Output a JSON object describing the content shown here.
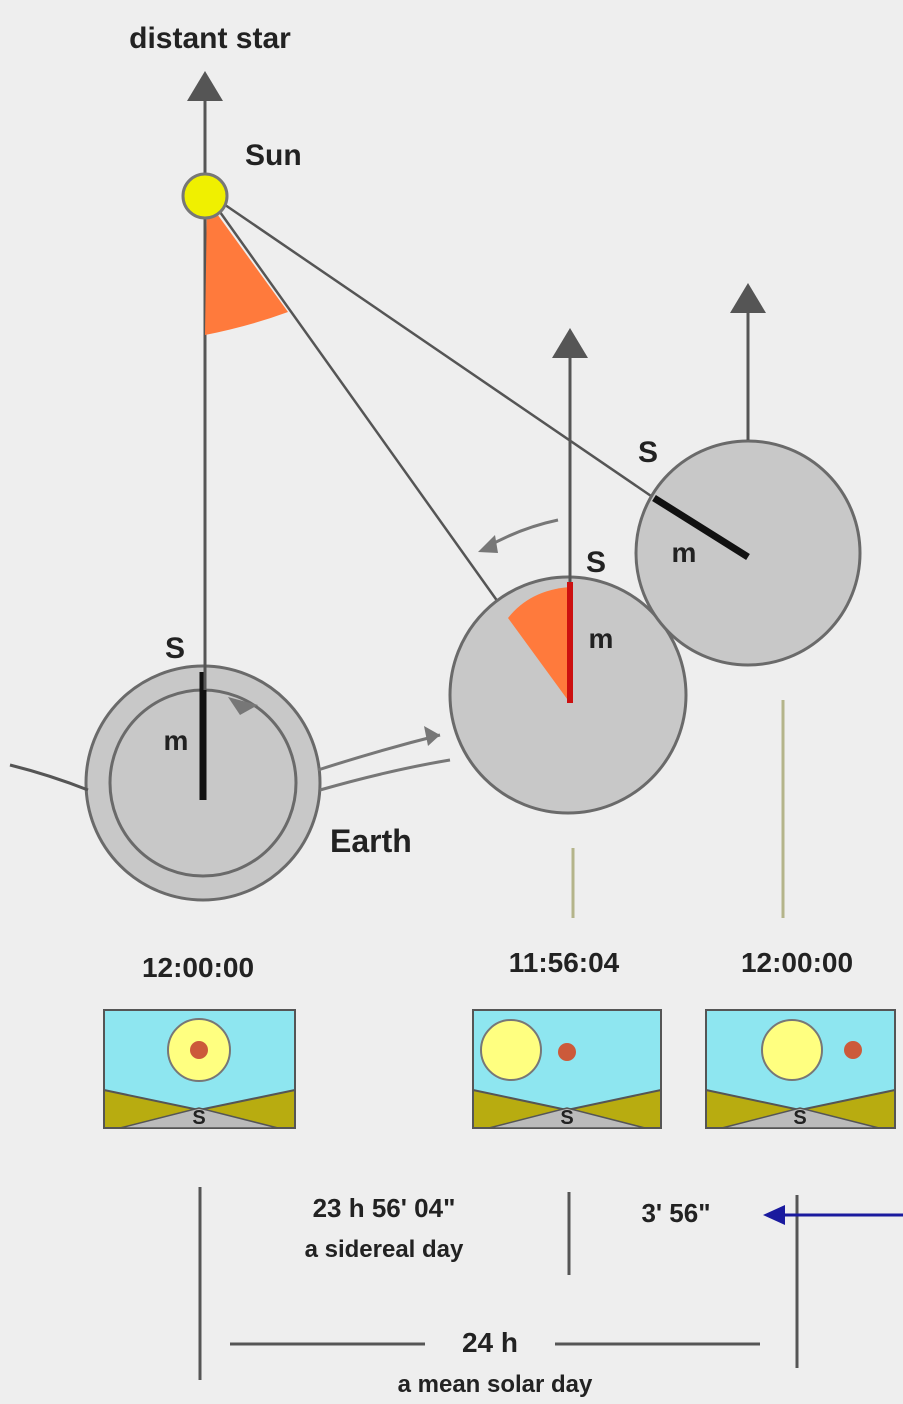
{
  "labels": {
    "distant_star": "distant star",
    "sun": "Sun",
    "earth": "Earth",
    "s": "S",
    "m": "m"
  },
  "times": {
    "first": "12:00:00",
    "second": "11:56:04",
    "third": "12:00:00"
  },
  "durations": {
    "sidereal_value": "23 h 56' 04\"",
    "sidereal_caption": "a sidereal day",
    "difference": "3' 56\"",
    "solar_value": "24 h",
    "solar_caption": "a mean solar day"
  },
  "colors": {
    "background": "#eeeeee",
    "earth_fill": "#c8c8c8",
    "sun_fill": "#f0f000",
    "angle_wedge": "#ff7a3c",
    "sky": "#8ee6f0",
    "ground": "#b8ac10",
    "pointer_arrow": "#1a1a9e"
  }
}
